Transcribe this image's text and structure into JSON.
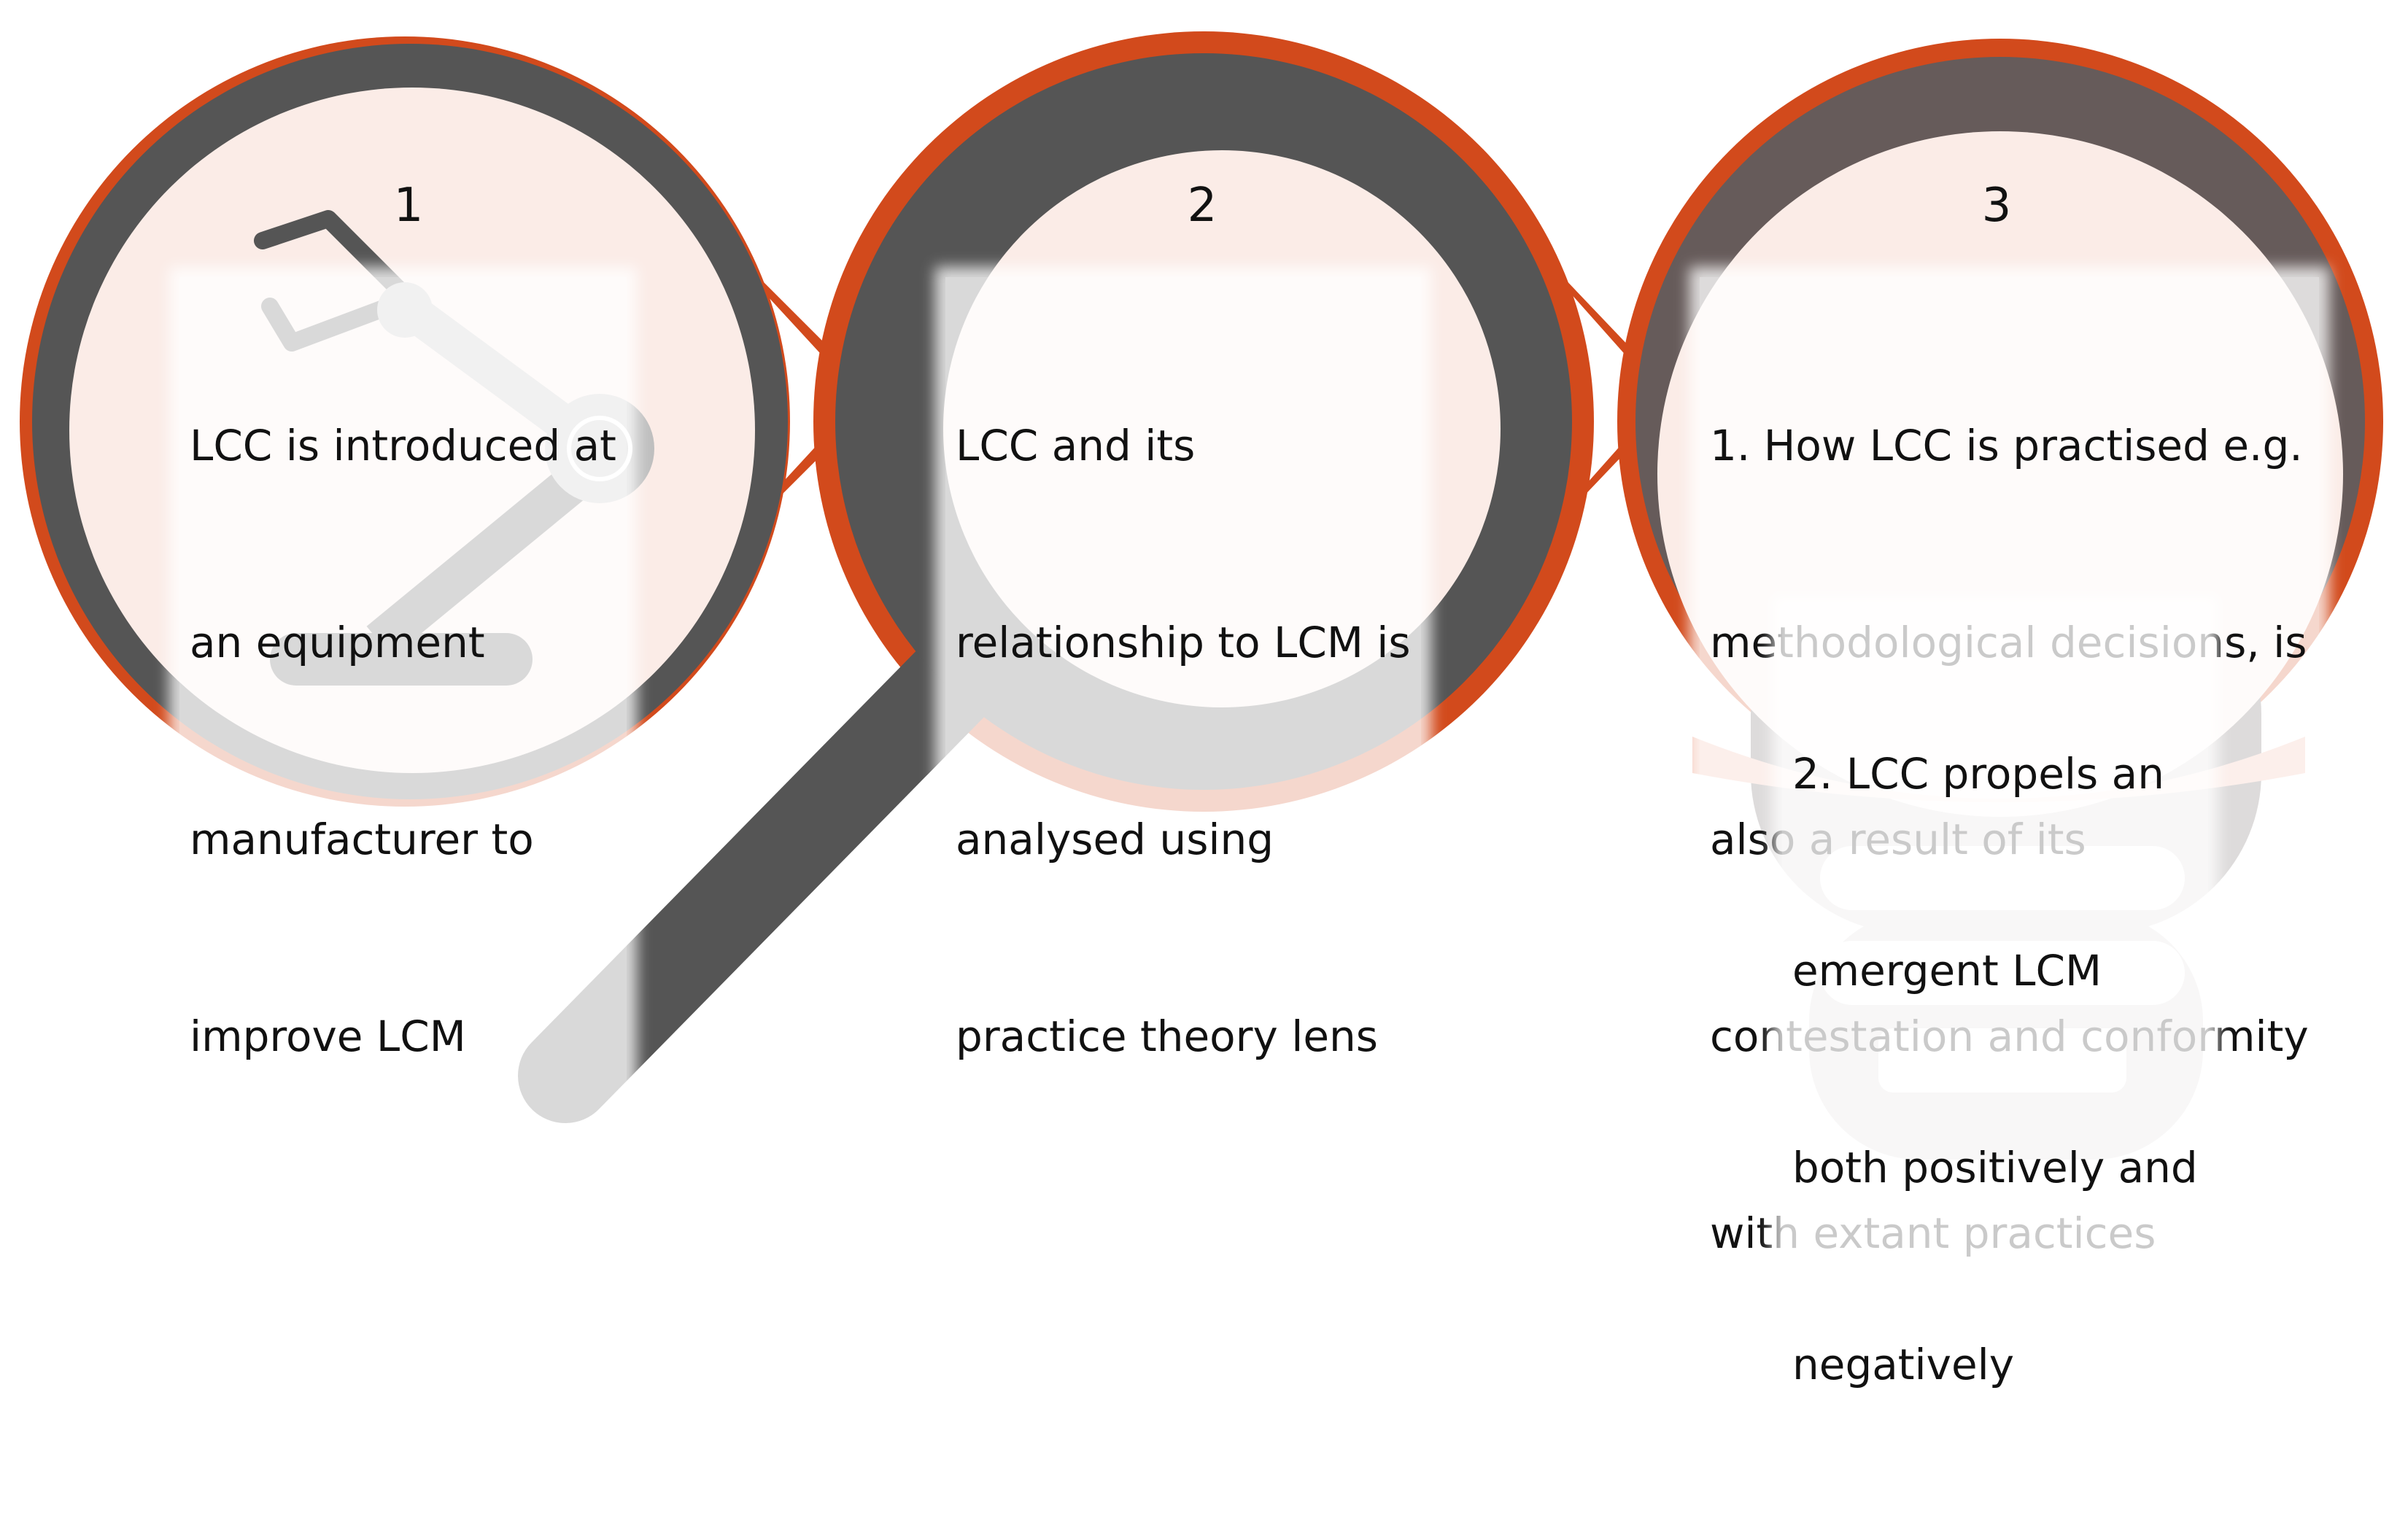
{
  "colors": {
    "accent": "#D24A1C",
    "dark": "#555555",
    "bulb": "#665B5A",
    "fill": "#FBECE7",
    "arm": "#BFBFBF"
  },
  "icons": [
    "robot-arm-icon",
    "magnifier-icon",
    "lightbulb-icon"
  ],
  "steps": [
    {
      "number": "1",
      "lines": [
        "LCC is introduced at",
        "an equipment",
        "manufacturer to",
        "improve LCM"
      ]
    },
    {
      "number": "2",
      "lines": [
        "LCC and its",
        "relationship to LCM is",
        "analysed using",
        "practice theory lens"
      ]
    },
    {
      "number": "3",
      "lines": [
        "1. How LCC is practised e.g.",
        "methodological decisions, is",
        "also a result of its",
        "contestation and conformity",
        "with extant practices"
      ],
      "lines_b": [
        "2. LCC propels an",
        "emergent LCM",
        "both positively and",
        "negatively"
      ]
    }
  ]
}
